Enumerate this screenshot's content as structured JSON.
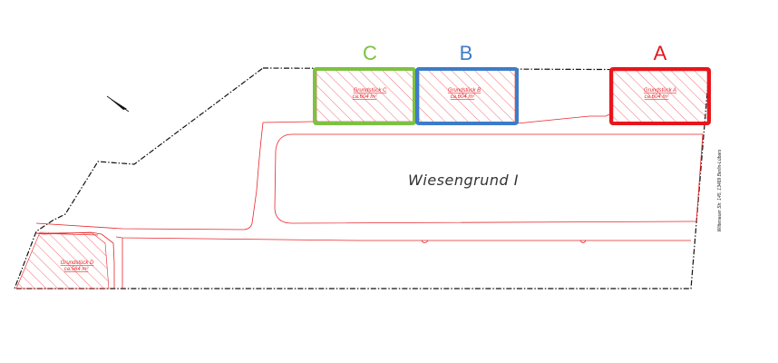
{
  "field": {
    "name": "Wiesengrund I"
  },
  "street": {
    "address": "Wittenauer Str. 145, 13469 Berlin-Lübars"
  },
  "plots": [
    {
      "id": "C",
      "name": "Grundstück C",
      "area": "ca.604 m²",
      "marker_color": "#7dc142"
    },
    {
      "id": "B",
      "name": "Grundstück B",
      "area": "ca.604 m²",
      "marker_color": "#3d7cc9"
    },
    {
      "id": "A",
      "name": "Grundstück A",
      "area": "ca.604 m²",
      "marker_color": "#e8151b"
    },
    {
      "id": "D",
      "name": "Grundstück D",
      "area": "ca.564 m²",
      "marker_color": ""
    }
  ],
  "colors": {
    "boundary": "#111111",
    "plan_lines": "#e8262a",
    "hatch": "#f04a4e"
  }
}
